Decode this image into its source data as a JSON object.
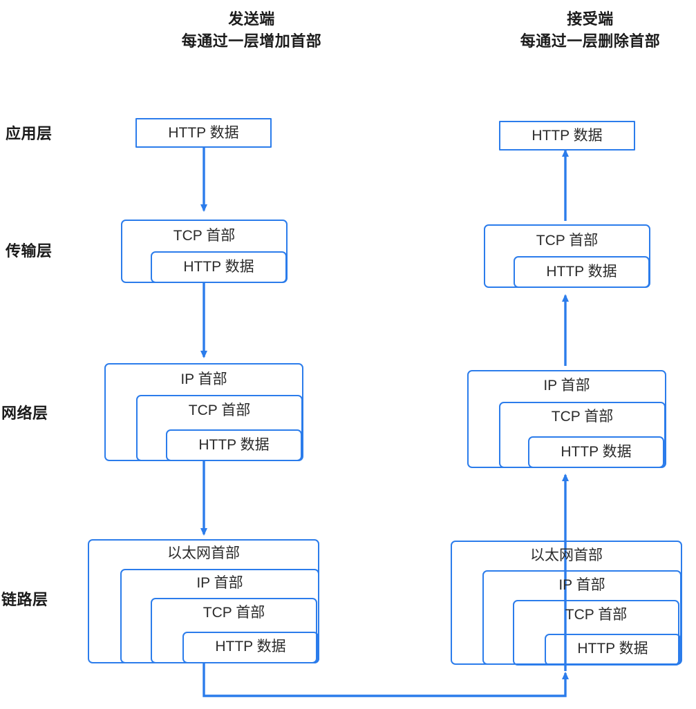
{
  "diagram": {
    "title_left_line1": "发送端",
    "title_left_line2": "每通过一层增加首部",
    "title_right_line1": "接受端",
    "title_right_line2": "每通过一层删除首部",
    "accent_color": "#2b7ceb",
    "text_color": "#2b2b2b"
  },
  "layers": [
    {
      "key": "application",
      "label": "应用层"
    },
    {
      "key": "transport",
      "label": "传输层"
    },
    {
      "key": "network",
      "label": "网络层"
    },
    {
      "key": "link",
      "label": "链路层"
    }
  ],
  "labels": {
    "http_data": "HTTP 数据",
    "tcp_header": "TCP 首部",
    "ip_header": "IP 首部",
    "ethernet_header": "以太网首部"
  },
  "sender": {
    "application": {
      "boxes": [
        "HTTP 数据"
      ]
    },
    "transport": {
      "boxes": [
        "TCP 首部",
        "HTTP 数据"
      ]
    },
    "network": {
      "boxes": [
        "IP 首部",
        "TCP 首部",
        "HTTP 数据"
      ]
    },
    "link": {
      "boxes": [
        "以太网首部",
        "IP 首部",
        "TCP 首部",
        "HTTP 数据"
      ]
    }
  },
  "receiver": {
    "application": {
      "boxes": [
        "HTTP 数据"
      ]
    },
    "transport": {
      "boxes": [
        "TCP 首部",
        "HTTP 数据"
      ]
    },
    "network": {
      "boxes": [
        "IP 首部",
        "TCP 首部",
        "HTTP 数据"
      ]
    },
    "link": {
      "boxes": [
        "以太网首部",
        "IP 首部",
        "TCP 首部",
        "HTTP 数据"
      ]
    }
  },
  "flow": {
    "sender_direction": "down",
    "receiver_direction": "up",
    "bottom_link": "sender-link-layer to receiver-link-layer"
  }
}
